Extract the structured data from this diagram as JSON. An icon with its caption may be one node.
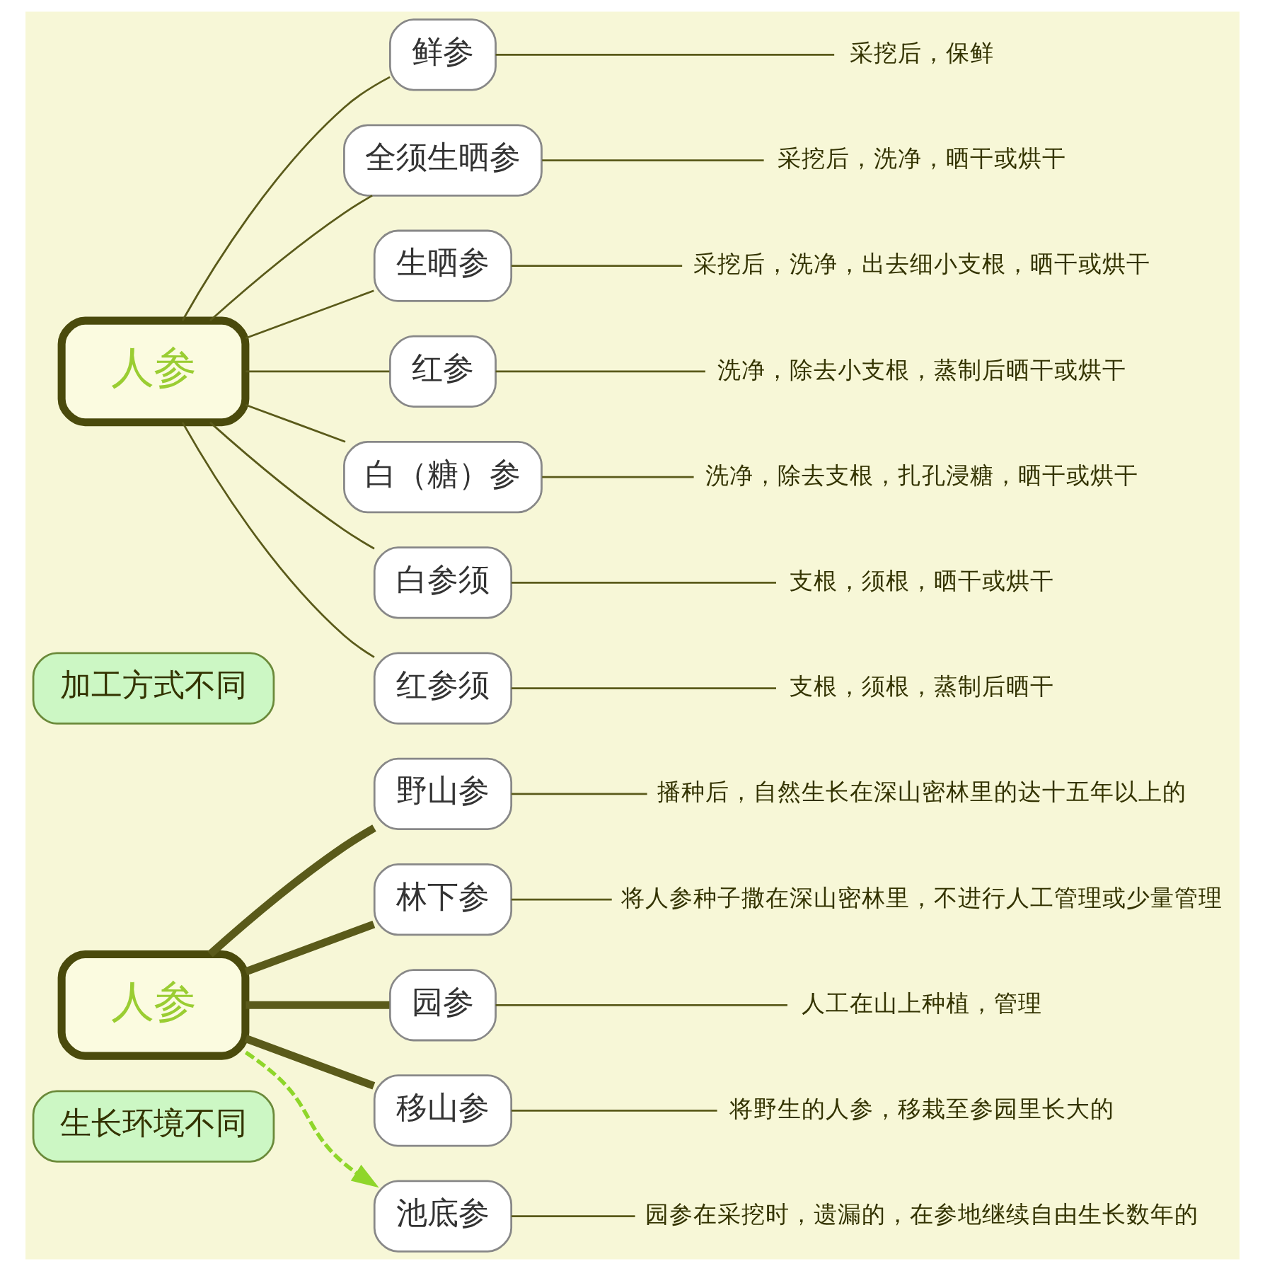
{
  "diagram": {
    "nodes": [
      {
        "text": [
          "生长环境不同"
        ]
      },
      {
        "text": [
          "人参"
        ]
      },
      {
        "text": [
          "野山参"
        ]
      },
      {
        "text": [
          "播种后，自然生长在深山密林里的达十五年以上的"
        ]
      },
      {
        "text": [
          "林下参"
        ]
      },
      {
        "text": [
          "将人参种子撒在深山密林里，不进行人工管理或少量管理"
        ]
      },
      {
        "text": [
          "园参"
        ]
      },
      {
        "text": [
          "人工在山上种植，管理"
        ]
      },
      {
        "text": [
          "移山参"
        ]
      },
      {
        "text": [
          "将野生的人参，移栽至参园里长大的"
        ]
      },
      {
        "text": [
          "池底参"
        ]
      },
      {
        "text": [
          "园参在采挖时，遗漏的，在参地继续自由生长数年的"
        ]
      },
      {
        "text": [
          "加工方式不同"
        ]
      },
      {
        "text": [
          "人参"
        ]
      },
      {
        "text": [
          "鲜参"
        ]
      },
      {
        "text": [
          "采挖后，保鲜"
        ]
      },
      {
        "text": [
          "全须生晒参"
        ]
      },
      {
        "text": [
          "采挖后，洗净，晒干或烘干"
        ]
      },
      {
        "text": [
          "生晒参"
        ]
      },
      {
        "text": [
          "采挖后，洗净，出去细小支根，晒干或烘干"
        ]
      },
      {
        "text": [
          "红参"
        ]
      },
      {
        "text": [
          "洗净，除去小支根，蒸制后晒干或烘干"
        ]
      },
      {
        "text": [
          "白（糖）参"
        ]
      },
      {
        "text": [
          "洗净，除去支根，扎孔浸糖，晒干或烘干"
        ]
      },
      {
        "text": [
          "白参须"
        ]
      },
      {
        "text": [
          "支根，须根，晒干或烘干"
        ]
      },
      {
        "text": [
          "红参须"
        ]
      },
      {
        "text": [
          "支根，须根，蒸制后晒干"
        ]
      }
    ],
    "edges": [
      {
        "from": 1,
        "to": 2,
        "arrow": "none",
        "style": "thick"
      },
      {
        "from": 2,
        "to": 3,
        "arrow": "none"
      },
      {
        "from": 1,
        "to": 4,
        "arrow": "none",
        "style": "thick"
      },
      {
        "from": 4,
        "to": 5,
        "arrow": "none"
      },
      {
        "from": 1,
        "to": 6,
        "arrow": "none",
        "style": "thick"
      },
      {
        "from": 6,
        "to": 7,
        "arrow": "none"
      },
      {
        "from": 1,
        "to": 8,
        "arrow": "none",
        "style": "thick"
      },
      {
        "from": 8,
        "to": 9,
        "arrow": "none"
      },
      {
        "from": 1,
        "to": 10,
        "arrow": "to",
        "style": "dashed",
        "color": "#8fd62a"
      },
      {
        "from": 10,
        "to": 11,
        "arrow": "none"
      },
      {
        "from": 13,
        "to": 14,
        "arrow": "none"
      },
      {
        "from": 14,
        "to": 15,
        "arrow": "none"
      },
      {
        "from": 13,
        "to": 16,
        "arrow": "none"
      },
      {
        "from": 16,
        "to": 17,
        "arrow": "none"
      },
      {
        "from": 13,
        "to": 18,
        "arrow": "none"
      },
      {
        "from": 18,
        "to": 19,
        "arrow": "none"
      },
      {
        "from": 13,
        "to": 20,
        "arrow": "none"
      },
      {
        "from": 20,
        "to": 21,
        "arrow": "none"
      },
      {
        "from": 13,
        "to": 22,
        "arrow": "none"
      },
      {
        "from": 22,
        "to": 23,
        "arrow": "none"
      },
      {
        "from": 13,
        "to": 24,
        "arrow": "none"
      },
      {
        "from": 24,
        "to": 25,
        "arrow": "none"
      },
      {
        "from": 13,
        "to": 26,
        "arrow": "none"
      },
      {
        "from": 26,
        "to": 27,
        "arrow": "none"
      }
    ]
  }
}
